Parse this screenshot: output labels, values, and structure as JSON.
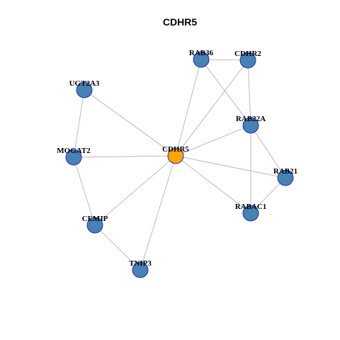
{
  "title": "CDHR5",
  "colors": {
    "node": "#4682b4",
    "center_node": "#ffa500",
    "edge": "#aaaaaa",
    "node_border": "#1f2fbf"
  },
  "nodes": [
    {
      "id": "CDHR5",
      "label": "CDHR5",
      "center": true
    },
    {
      "id": "RAB36",
      "label": "RAB36"
    },
    {
      "id": "CDHR2",
      "label": "CDHR2"
    },
    {
      "id": "UGT2A3",
      "label": "UGT2A3"
    },
    {
      "id": "RAB22A",
      "label": "RAB22A"
    },
    {
      "id": "MOGAT2",
      "label": "MOGAT2"
    },
    {
      "id": "RAB21",
      "label": "RAB21"
    },
    {
      "id": "RABAC1",
      "label": "RABAC1"
    },
    {
      "id": "CEMIP",
      "label": "CEMIP"
    },
    {
      "id": "TNIP3",
      "label": "TNIP3"
    }
  ],
  "edges": [
    [
      "CDHR5",
      "UGT2A3"
    ],
    [
      "CDHR5",
      "MOGAT2"
    ],
    [
      "CDHR5",
      "CEMIP"
    ],
    [
      "CDHR5",
      "TNIP3"
    ],
    [
      "CDHR5",
      "RAB36"
    ],
    [
      "CDHR5",
      "CDHR2"
    ],
    [
      "CDHR5",
      "RAB22A"
    ],
    [
      "CDHR5",
      "RAB21"
    ],
    [
      "CDHR5",
      "RABAC1"
    ],
    [
      "UGT2A3",
      "MOGAT2"
    ],
    [
      "MOGAT2",
      "CEMIP"
    ],
    [
      "CEMIP",
      "TNIP3"
    ],
    [
      "RAB36",
      "CDHR2"
    ],
    [
      "RAB36",
      "RAB22A"
    ],
    [
      "CDHR2",
      "RAB22A"
    ],
    [
      "RAB22A",
      "RAB21"
    ],
    [
      "RAB22A",
      "RABAC1"
    ],
    [
      "RAB21",
      "RABAC1"
    ]
  ]
}
